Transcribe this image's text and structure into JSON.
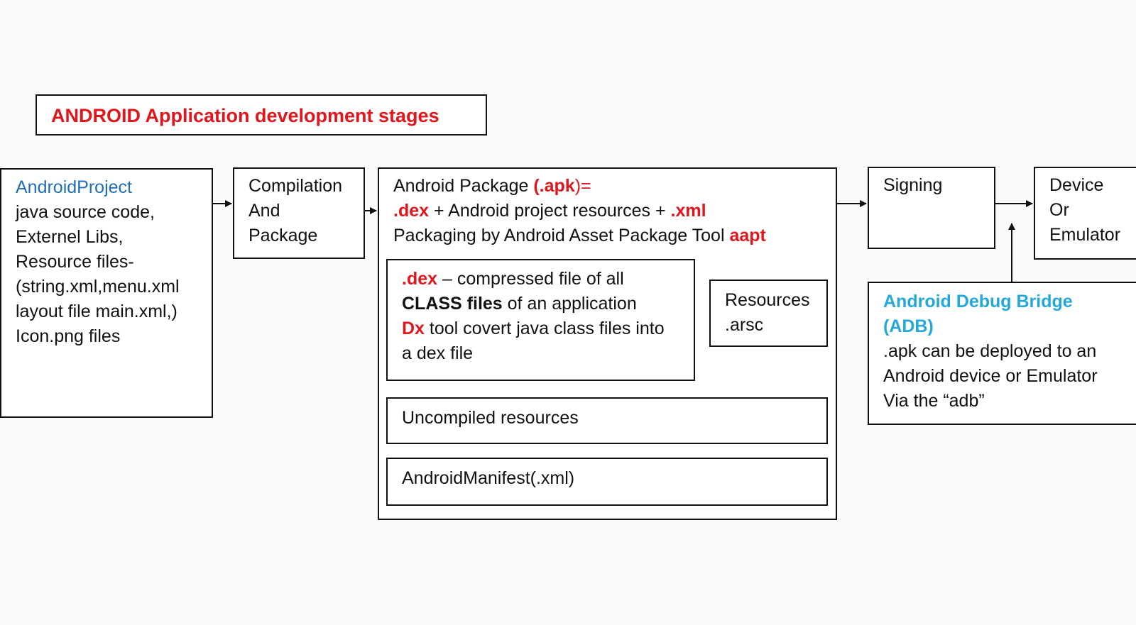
{
  "title": "ANDROID Application development stages",
  "project": {
    "heading": "AndroidProject",
    "lines": [
      "java source code,",
      "Externel Libs,",
      "Resource files-",
      "(string.xml,menu.xml",
      "layout file main.xml,)",
      "Icon.png files"
    ]
  },
  "compile": {
    "lines": [
      "Compilation",
      "And",
      "Package"
    ]
  },
  "apk": {
    "line1_a": "Android Package ",
    "line1_b": "(.apk",
    "line1_c": ")=",
    "line2_a": ".dex",
    "line2_b": " + Android project resources + ",
    "line2_c": ".xml",
    "line3_a": "Packaging by Android Asset Package Tool  ",
    "line3_b": "aapt"
  },
  "dex": {
    "l1_a": ".dex",
    "l1_b": " – compressed file of all",
    "l2_a": "CLASS  files",
    "l2_b": " of  an application",
    "l3_a": "Dx",
    "l3_b": " tool covert java class files into",
    "l4": "a dex file"
  },
  "resources_arsc": {
    "lines": [
      "Resources",
      ".arsc"
    ]
  },
  "uncompiled": "Uncompiled resources",
  "manifest": "AndroidManifest(.xml)",
  "signing": "Signing",
  "device": {
    "lines": [
      "Device",
      "Or",
      "Emulator"
    ]
  },
  "adb": {
    "heading1": "Android Debug Bridge",
    "heading2": "(ADB)",
    "lines": [
      ".apk can be deployed to an",
      "Android device or Emulator",
      "Via the “adb”"
    ]
  },
  "colors": {
    "red": "#e1161c",
    "blue": "#1e6fb8",
    "cyan": "#23a8d8"
  }
}
